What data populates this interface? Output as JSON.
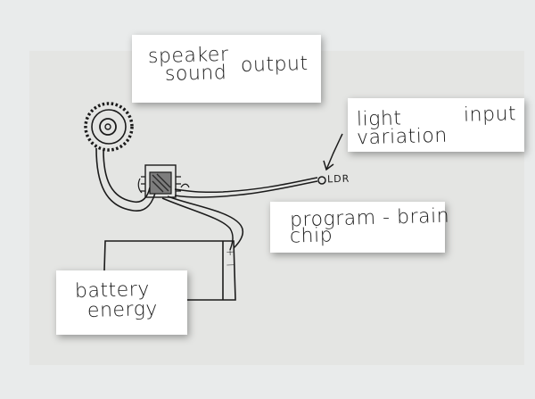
{
  "labels": {
    "speaker": {
      "line1": "speaker",
      "line1b": "output",
      "line2": "sound"
    },
    "light": {
      "line1": "light",
      "line1b": "input",
      "line2": "variation"
    },
    "chip": {
      "line1": "program - brain",
      "line2": "chip"
    },
    "battery": {
      "line1": "battery",
      "line2": "energy"
    },
    "ldr": "LDR",
    "plus": "+",
    "minus": "−"
  },
  "colors": {
    "background": "#e9ebeb",
    "paper": "#e4e5e3",
    "ink": "#1b1b1b",
    "card": "#ffffff"
  }
}
